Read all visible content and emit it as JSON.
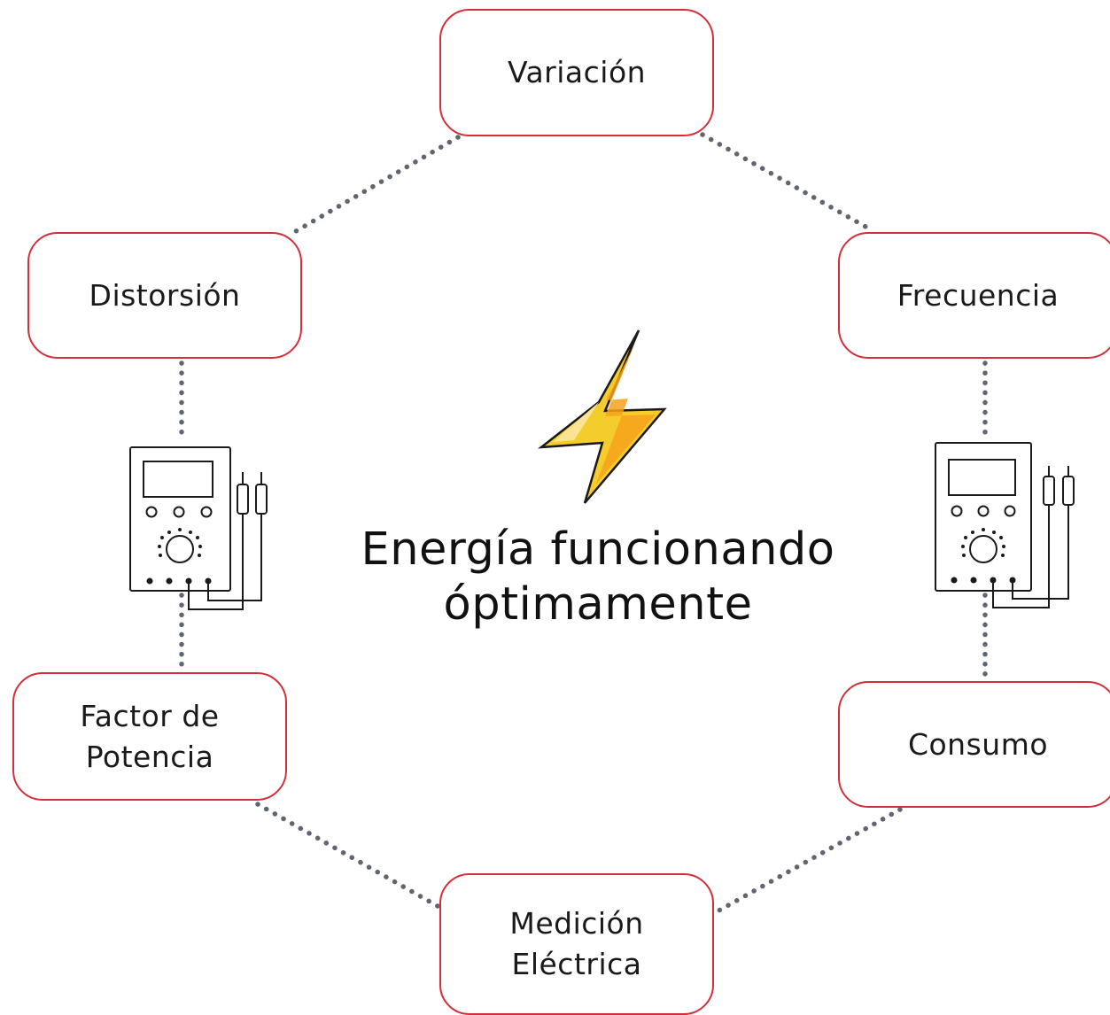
{
  "nodes": {
    "variacion": "Variación",
    "distorsion": "Distorsión",
    "frecuencia": "Frecuencia",
    "factor_potencia": "Factor de\nPotencia",
    "consumo": "Consumo",
    "medicion": "Medición\nEléctrica"
  },
  "center_title": {
    "line1": "Energía funcionando",
    "line2": "óptimamente"
  },
  "icons": [
    "lightning-bolt-icon",
    "multimeter-icon",
    "multimeter-icon"
  ],
  "colors": {
    "node_border": "#d12f3a",
    "connector": "#5f6670",
    "bolt_yellow": "#f4cc2c",
    "bolt_orange": "#f6a21b"
  }
}
